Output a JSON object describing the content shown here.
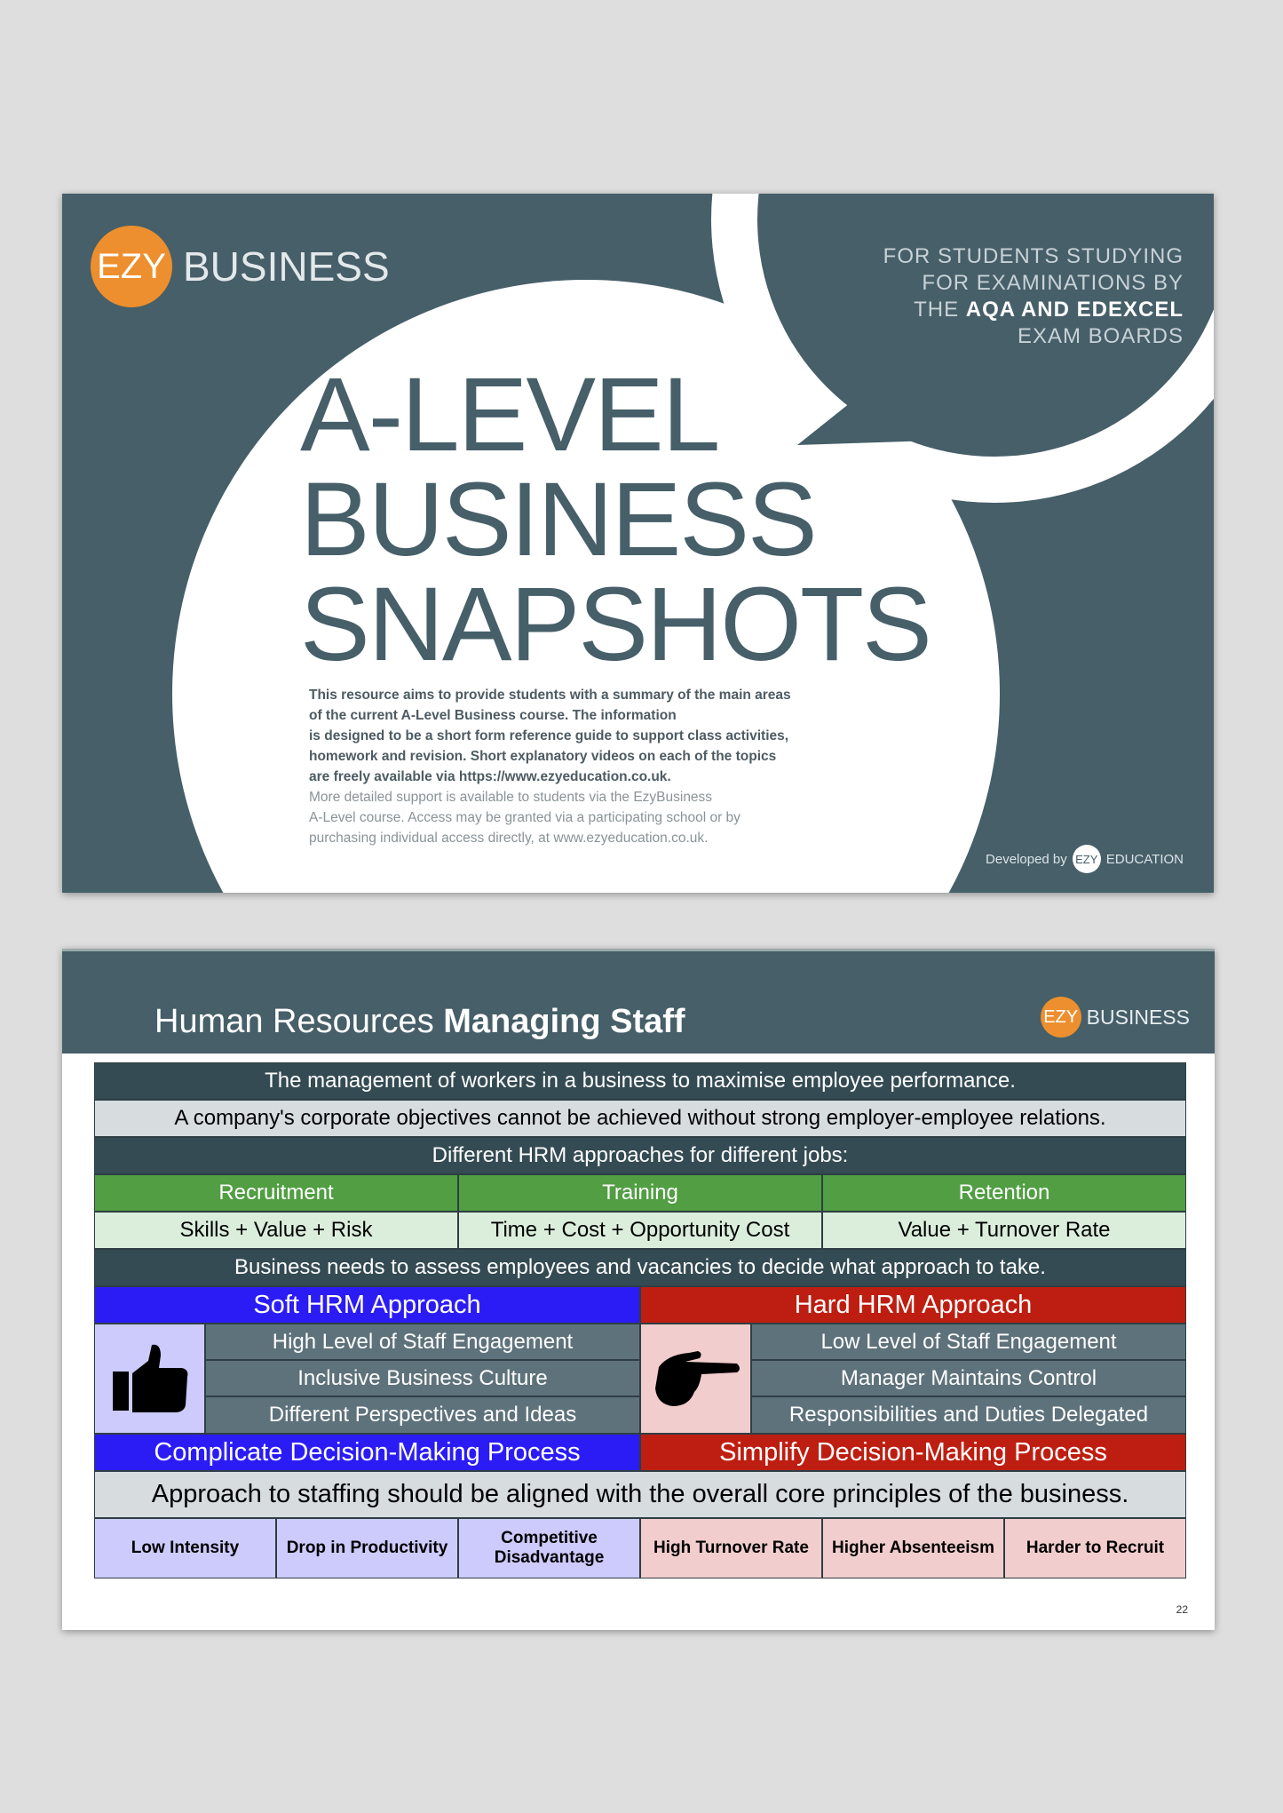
{
  "cover": {
    "logo_mark": "EZY",
    "logo_word": "BUSINESS",
    "boards": [
      "FOR STUDENTS STUDYING",
      "FOR EXAMINATIONS BY",
      "THE",
      "AQA AND EDEXCEL",
      "EXAM BOARDS"
    ],
    "title": [
      "A-LEVEL",
      "BUSINESS",
      "SNAPSHOTS"
    ],
    "desc_bold": [
      "This resource aims to provide students with a summary of the main areas",
      "of the current A-Level Business course. The information",
      "is designed to be a short form reference guide to support class activities,",
      "homework and revision. Short explanatory videos on each of the topics",
      "are freely available via https://www.ezyeducation.co.uk."
    ],
    "desc_light": [
      "More detailed support is available to students via the EzyBusiness",
      "A-Level course. Access may be granted via a participating school or by",
      "purchasing individual access directly, at www.ezyeducation.co.uk."
    ],
    "developed_by": "Developed by",
    "dev_mark": "EZY",
    "dev_word": "EDUCATION",
    "colors": {
      "slate": "#465f69",
      "orange": "#ed8f2e"
    }
  },
  "slide": {
    "title_light": "Human Resources",
    "title_bold": "Managing Staff",
    "logo_mark": "EZY",
    "logo_word": "BUSINESS",
    "definition": "The management of workers in a business to maximise employee performance.",
    "objectives": "A company's corporate objectives cannot be achieved without strong employer-employee relations.",
    "approaches_heading": "Different HRM approaches for different jobs:",
    "jobs": [
      {
        "name": "Recruitment",
        "factors": "Skills + Value + Risk"
      },
      {
        "name": "Training",
        "factors": "Time + Cost + Opportunity Cost"
      },
      {
        "name": "Retention",
        "factors": "Value + Turnover Rate"
      }
    ],
    "assess": "Business needs to assess employees and vacancies to decide what approach to take.",
    "soft": {
      "title": "Soft HRM Approach",
      "icon": "thumbs-up-icon",
      "points": [
        "High Level of Staff Engagement",
        "Inclusive Business Culture",
        "Different Perspectives and Ideas"
      ],
      "decision": "Complicate Decision-Making Process",
      "color": "#2b1cf6"
    },
    "hard": {
      "title": "Hard HRM Approach",
      "icon": "pointing-hand-icon",
      "points": [
        "Low Level of Staff Engagement",
        "Manager Maintains Control",
        "Responsibilities and Duties Delegated"
      ],
      "decision": "Simplify Decision-Making Process",
      "color": "#be1e11"
    },
    "principle": "Approach to staffing should be aligned with the overall core principles of the business.",
    "soft_risks": [
      "Low Intensity",
      "Drop in Productivity",
      "Competitive Disadvantage"
    ],
    "hard_risks": [
      "High Turnover Rate",
      "Higher Absenteeism",
      "Harder to Recruit"
    ],
    "page_number": "22"
  }
}
